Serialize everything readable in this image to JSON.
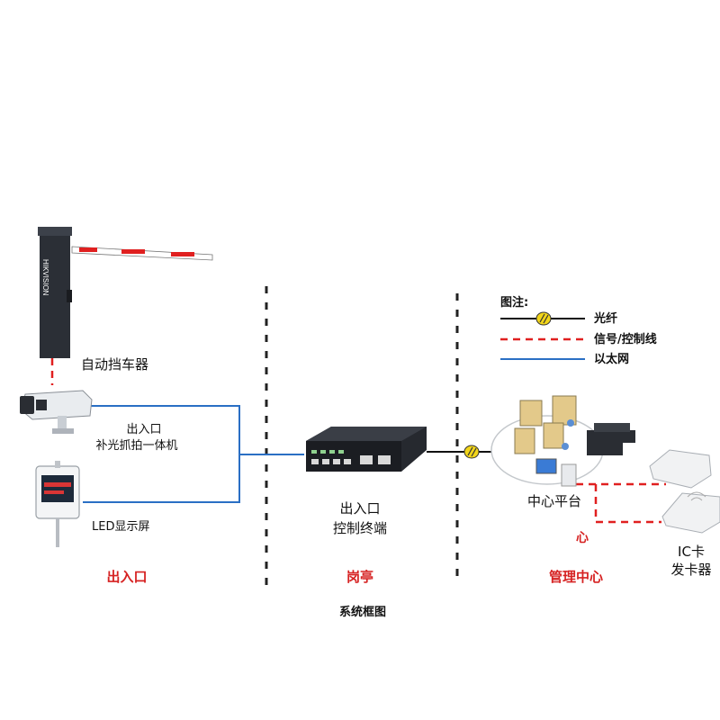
{
  "brand": "HIKVISION",
  "labels": {
    "barrier": "自动挡车器",
    "camera": [
      "出入口",
      "补光抓拍一体机"
    ],
    "led": "LED显示屏",
    "controller": [
      "出入口",
      "控制终端"
    ],
    "center": "中心平台",
    "center_fragment": "心",
    "card_issuer": [
      "IC卡",
      "发卡器"
    ],
    "caption": "系统框图"
  },
  "zones": [
    "出入口",
    "岗亭",
    "管理中心"
  ],
  "legend": {
    "title": "图注:",
    "items": [
      {
        "label": "光纤",
        "style": "fiber"
      },
      {
        "label": "信号/控制线",
        "style": "signal"
      },
      {
        "label": "以太网",
        "style": "ethernet"
      }
    ]
  },
  "colors": {
    "ethernet": "#2a6fc4",
    "signal": "#e02020",
    "fiber": "#111111",
    "zone_red": "#d62222",
    "fiber_badge": "#f2d51a"
  }
}
